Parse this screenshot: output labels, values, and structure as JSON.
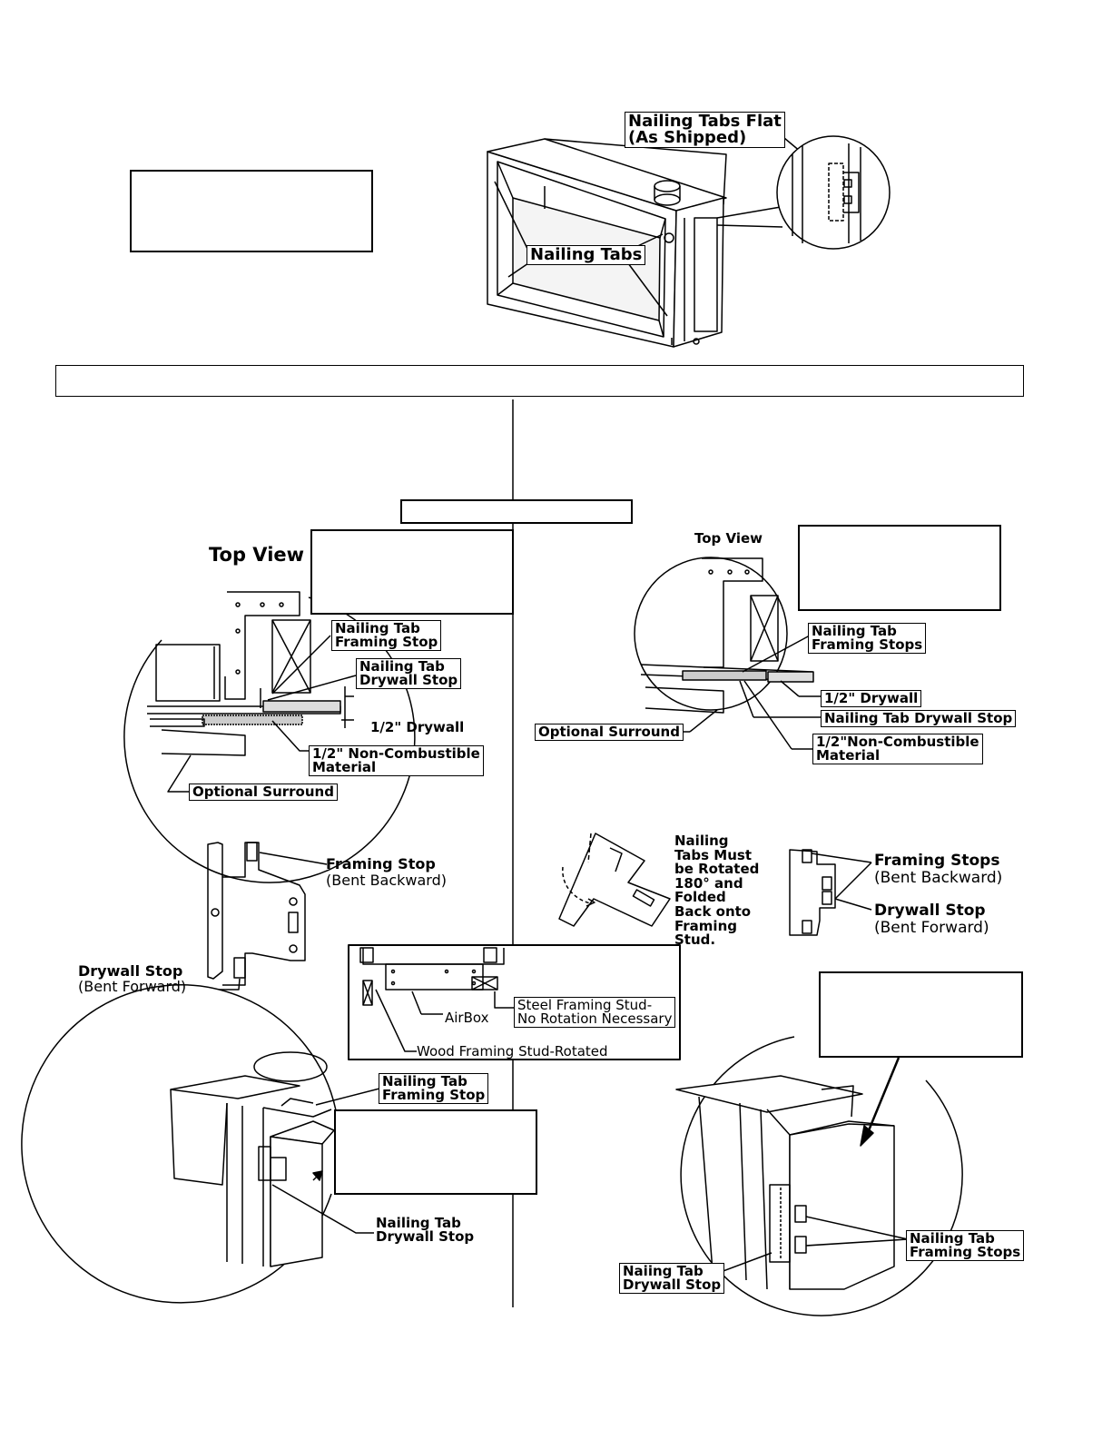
{
  "top_callouts": {
    "nailing_tabs_flat": [
      "Nailing Tabs Flat",
      "(As Shipped)"
    ],
    "nailing_tabs": "Nailing Tabs"
  },
  "left_top_view": {
    "title": "Top View",
    "framing_stop": [
      "Nailing Tab",
      "Framing Stop"
    ],
    "drywall_stop": [
      "Nailing Tab",
      "Drywall Stop"
    ],
    "drywall": "1/2\" Drywall",
    "noncombustible": [
      "1/2\" Non-Combustible",
      "Material"
    ],
    "surround": "Optional Surround"
  },
  "right_top_view": {
    "title": "Top View",
    "framing_stops": [
      "Nailing Tab",
      "Framing Stops"
    ],
    "drywall": "1/2\" Drywall",
    "drywall_stop": "Nailing Tab Drywall Stop",
    "noncombustible": [
      "1/2\"Non-Combustible",
      "Material"
    ],
    "surround": "Optional Surround"
  },
  "left_tab_detail": {
    "framing_stop": "Framing Stop",
    "framing_stop_note": "(Bent Backward)",
    "drywall_stop": "Drywall Stop",
    "drywall_stop_note": "(Bent Forward)"
  },
  "rotate_note": [
    "Nailing",
    "Tabs Must",
    "be Rotated",
    "180° and",
    "Folded",
    "Back onto",
    "Framing",
    "Stud."
  ],
  "right_tab_detail": {
    "framing_stops": "Framing Stops",
    "framing_stops_note": "(Bent Backward)",
    "drywall_stop": "Drywall Stop",
    "drywall_stop_note": "(Bent Forward)"
  },
  "airbox_inset": {
    "steel_stud": [
      "Steel Framing Stud-",
      "No Rotation Necessary"
    ],
    "airbox": "AirBox",
    "wood_stud": "Wood Framing Stud-Rotated"
  },
  "left_iso": {
    "framing_stop": [
      "Nailing Tab",
      "Framing Stop"
    ],
    "drywall_stop": [
      "Nailing Tab",
      "Drywall Stop"
    ]
  },
  "right_iso": {
    "framing_stops": [
      "Nailing Tab",
      "Framing Stops"
    ],
    "drywall_stop": [
      "Naiing Tab",
      "Drywall Stop"
    ]
  }
}
